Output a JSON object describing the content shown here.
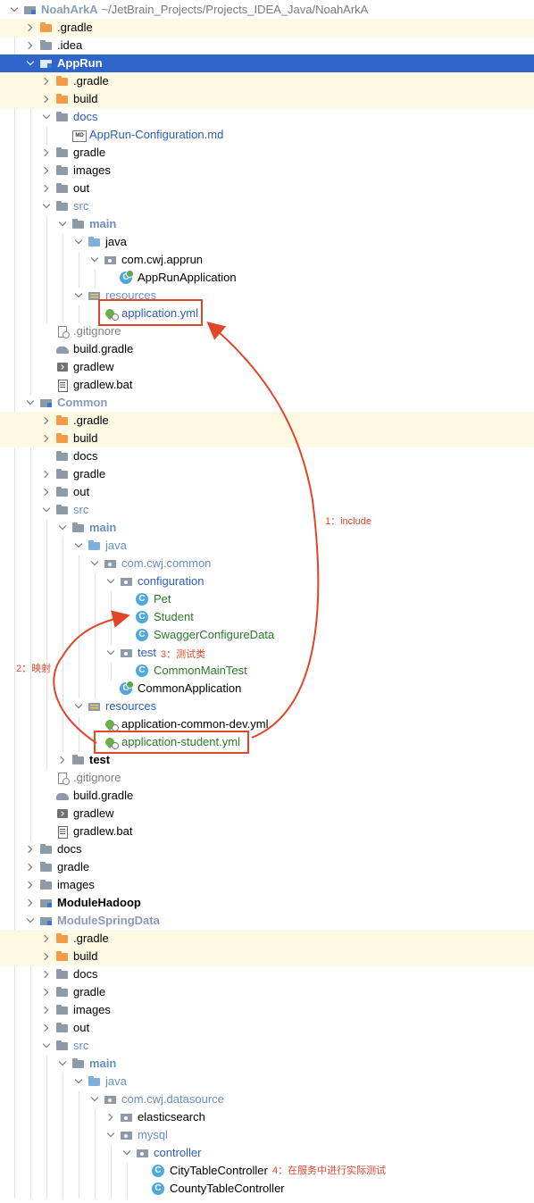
{
  "project": {
    "root_name": "NoahArkA",
    "root_path": "~/JetBrain_Projects/Projects_IDEA_Java/NoahArkA"
  },
  "tree": [
    {
      "label": "NoahArkA",
      "depth": 0,
      "chev": "down",
      "icon": "module",
      "style": "modgray",
      "bold": true,
      "path": "~/JetBrain_Projects/Projects_IDEA_Java/NoahArkA"
    },
    {
      "label": ".gradle",
      "depth": 1,
      "chev": "right",
      "icon": "folder-o",
      "style": "black",
      "excluded": true
    },
    {
      "label": ".idea",
      "depth": 1,
      "chev": "right",
      "icon": "folder",
      "style": "black"
    },
    {
      "label": "AppRun",
      "depth": 1,
      "chev": "down",
      "icon": "module",
      "style": "black",
      "bold": true,
      "selected": true
    },
    {
      "label": ".gradle",
      "depth": 2,
      "chev": "right",
      "icon": "folder-o",
      "style": "black",
      "excluded": true
    },
    {
      "label": "build",
      "depth": 2,
      "chev": "right",
      "icon": "folder-o",
      "style": "black",
      "excluded": true
    },
    {
      "label": "docs",
      "depth": 2,
      "chev": "down",
      "icon": "folder",
      "style": "blue"
    },
    {
      "label": "AppRun-Configuration.md",
      "depth": 3,
      "chev": "none",
      "icon": "md",
      "style": "blue"
    },
    {
      "label": "gradle",
      "depth": 2,
      "chev": "right",
      "icon": "folder",
      "style": "black"
    },
    {
      "label": "images",
      "depth": 2,
      "chev": "right",
      "icon": "folder",
      "style": "black"
    },
    {
      "label": "out",
      "depth": 2,
      "chev": "right",
      "icon": "folder",
      "style": "black"
    },
    {
      "label": "src",
      "depth": 2,
      "chev": "down",
      "icon": "folder",
      "style": "lblue"
    },
    {
      "label": "main",
      "depth": 3,
      "chev": "down",
      "icon": "folder",
      "style": "lblue",
      "bold": true
    },
    {
      "label": "java",
      "depth": 4,
      "chev": "down",
      "icon": "folder-b",
      "style": "black"
    },
    {
      "label": "com.cwj.apprun",
      "depth": 5,
      "chev": "down",
      "icon": "pkg",
      "style": "black"
    },
    {
      "label": "AppRunApplication",
      "depth": 6,
      "chev": "none",
      "icon": "app",
      "style": "black"
    },
    {
      "label": "resources",
      "depth": 4,
      "chev": "down",
      "icon": "res",
      "style": "lblue"
    },
    {
      "label": "application.yml",
      "depth": 5,
      "chev": "none",
      "icon": "yml",
      "style": "blue"
    },
    {
      "label": ".gitignore",
      "depth": 2,
      "chev": "none",
      "icon": "git",
      "style": "gray"
    },
    {
      "label": "build.gradle",
      "depth": 2,
      "chev": "none",
      "icon": "gradle",
      "style": "black"
    },
    {
      "label": "gradlew",
      "depth": 2,
      "chev": "none",
      "icon": "term",
      "style": "black"
    },
    {
      "label": "gradlew.bat",
      "depth": 2,
      "chev": "none",
      "icon": "bat",
      "style": "black"
    },
    {
      "label": "Common",
      "depth": 1,
      "chev": "down",
      "icon": "module",
      "style": "modgray",
      "bold": true
    },
    {
      "label": ".gradle",
      "depth": 2,
      "chev": "right",
      "icon": "folder-o",
      "style": "black",
      "excluded": true
    },
    {
      "label": "build",
      "depth": 2,
      "chev": "right",
      "icon": "folder-o",
      "style": "black",
      "excluded": true
    },
    {
      "label": "docs",
      "depth": 2,
      "chev": "none",
      "icon": "folder",
      "style": "black"
    },
    {
      "label": "gradle",
      "depth": 2,
      "chev": "right",
      "icon": "folder",
      "style": "black"
    },
    {
      "label": "out",
      "depth": 2,
      "chev": "right",
      "icon": "folder",
      "style": "black"
    },
    {
      "label": "src",
      "depth": 2,
      "chev": "down",
      "icon": "folder",
      "style": "lblue"
    },
    {
      "label": "main",
      "depth": 3,
      "chev": "down",
      "icon": "folder",
      "style": "lblue",
      "bold": true
    },
    {
      "label": "java",
      "depth": 4,
      "chev": "down",
      "icon": "folder-b",
      "style": "lblue"
    },
    {
      "label": "com.cwj.common",
      "depth": 5,
      "chev": "down",
      "icon": "pkg",
      "style": "lblue"
    },
    {
      "label": "configuration",
      "depth": 6,
      "chev": "down",
      "icon": "pkg",
      "style": "blue"
    },
    {
      "label": "Pet",
      "depth": 7,
      "chev": "none",
      "icon": "class",
      "style": "green"
    },
    {
      "label": "Student",
      "depth": 7,
      "chev": "none",
      "icon": "class",
      "style": "green"
    },
    {
      "label": "SwaggerConfigureData",
      "depth": 7,
      "chev": "none",
      "icon": "class",
      "style": "green"
    },
    {
      "label": "test",
      "depth": 6,
      "chev": "down",
      "icon": "pkg",
      "style": "blue"
    },
    {
      "label": "CommonMainTest",
      "depth": 7,
      "chev": "none",
      "icon": "class",
      "style": "green"
    },
    {
      "label": "CommonApplication",
      "depth": 6,
      "chev": "none",
      "icon": "app",
      "style": "black"
    },
    {
      "label": "resources",
      "depth": 4,
      "chev": "down",
      "icon": "res",
      "style": "blue"
    },
    {
      "label": "application-common-dev.yml",
      "depth": 5,
      "chev": "none",
      "icon": "yml",
      "style": "black"
    },
    {
      "label": "application-student.yml",
      "depth": 5,
      "chev": "none",
      "icon": "yml",
      "style": "green"
    },
    {
      "label": "test",
      "depth": 3,
      "chev": "right",
      "icon": "folder",
      "style": "black",
      "bold": true
    },
    {
      "label": ".gitignore",
      "depth": 2,
      "chev": "none",
      "icon": "git",
      "style": "gray"
    },
    {
      "label": "build.gradle",
      "depth": 2,
      "chev": "none",
      "icon": "gradle",
      "style": "black"
    },
    {
      "label": "gradlew",
      "depth": 2,
      "chev": "none",
      "icon": "term",
      "style": "black"
    },
    {
      "label": "gradlew.bat",
      "depth": 2,
      "chev": "none",
      "icon": "bat",
      "style": "black"
    },
    {
      "label": "docs",
      "depth": 1,
      "chev": "right",
      "icon": "folder",
      "style": "black"
    },
    {
      "label": "gradle",
      "depth": 1,
      "chev": "right",
      "icon": "folder",
      "style": "black"
    },
    {
      "label": "images",
      "depth": 1,
      "chev": "right",
      "icon": "folder",
      "style": "black"
    },
    {
      "label": "ModuleHadoop",
      "depth": 1,
      "chev": "right",
      "icon": "module",
      "style": "black",
      "bold": true
    },
    {
      "label": "ModuleSpringData",
      "depth": 1,
      "chev": "down",
      "icon": "module",
      "style": "modgray",
      "bold": true
    },
    {
      "label": ".gradle",
      "depth": 2,
      "chev": "right",
      "icon": "folder-o",
      "style": "black",
      "excluded": true
    },
    {
      "label": "build",
      "depth": 2,
      "chev": "right",
      "icon": "folder-o",
      "style": "black",
      "excluded": true
    },
    {
      "label": "docs",
      "depth": 2,
      "chev": "right",
      "icon": "folder",
      "style": "black"
    },
    {
      "label": "gradle",
      "depth": 2,
      "chev": "right",
      "icon": "folder",
      "style": "black"
    },
    {
      "label": "images",
      "depth": 2,
      "chev": "right",
      "icon": "folder",
      "style": "black"
    },
    {
      "label": "out",
      "depth": 2,
      "chev": "right",
      "icon": "folder",
      "style": "black"
    },
    {
      "label": "src",
      "depth": 2,
      "chev": "down",
      "icon": "folder",
      "style": "lblue"
    },
    {
      "label": "main",
      "depth": 3,
      "chev": "down",
      "icon": "folder",
      "style": "lblue",
      "bold": true
    },
    {
      "label": "java",
      "depth": 4,
      "chev": "down",
      "icon": "folder-b",
      "style": "lblue"
    },
    {
      "label": "com.cwj.datasource",
      "depth": 5,
      "chev": "down",
      "icon": "pkg",
      "style": "lblue"
    },
    {
      "label": "elasticsearch",
      "depth": 6,
      "chev": "right",
      "icon": "pkg",
      "style": "black"
    },
    {
      "label": "mysql",
      "depth": 6,
      "chev": "down",
      "icon": "pkg",
      "style": "lblue"
    },
    {
      "label": "controller",
      "depth": 7,
      "chev": "down",
      "icon": "pkg",
      "style": "blue"
    },
    {
      "label": "CityTableController",
      "depth": 8,
      "chev": "none",
      "icon": "class",
      "style": "black"
    },
    {
      "label": "CountyTableController",
      "depth": 8,
      "chev": "none",
      "icon": "class",
      "style": "black"
    }
  ],
  "annotations": {
    "note1": "1：include",
    "note2": "2：映射",
    "note3": "3：测试类",
    "note4": "4：在服务中进行实际测试",
    "color": "#e0462a"
  },
  "colors": {
    "selection": "#2f65ca",
    "excluded_bg": "#fdf9e3",
    "annotation": "#e0462a"
  }
}
